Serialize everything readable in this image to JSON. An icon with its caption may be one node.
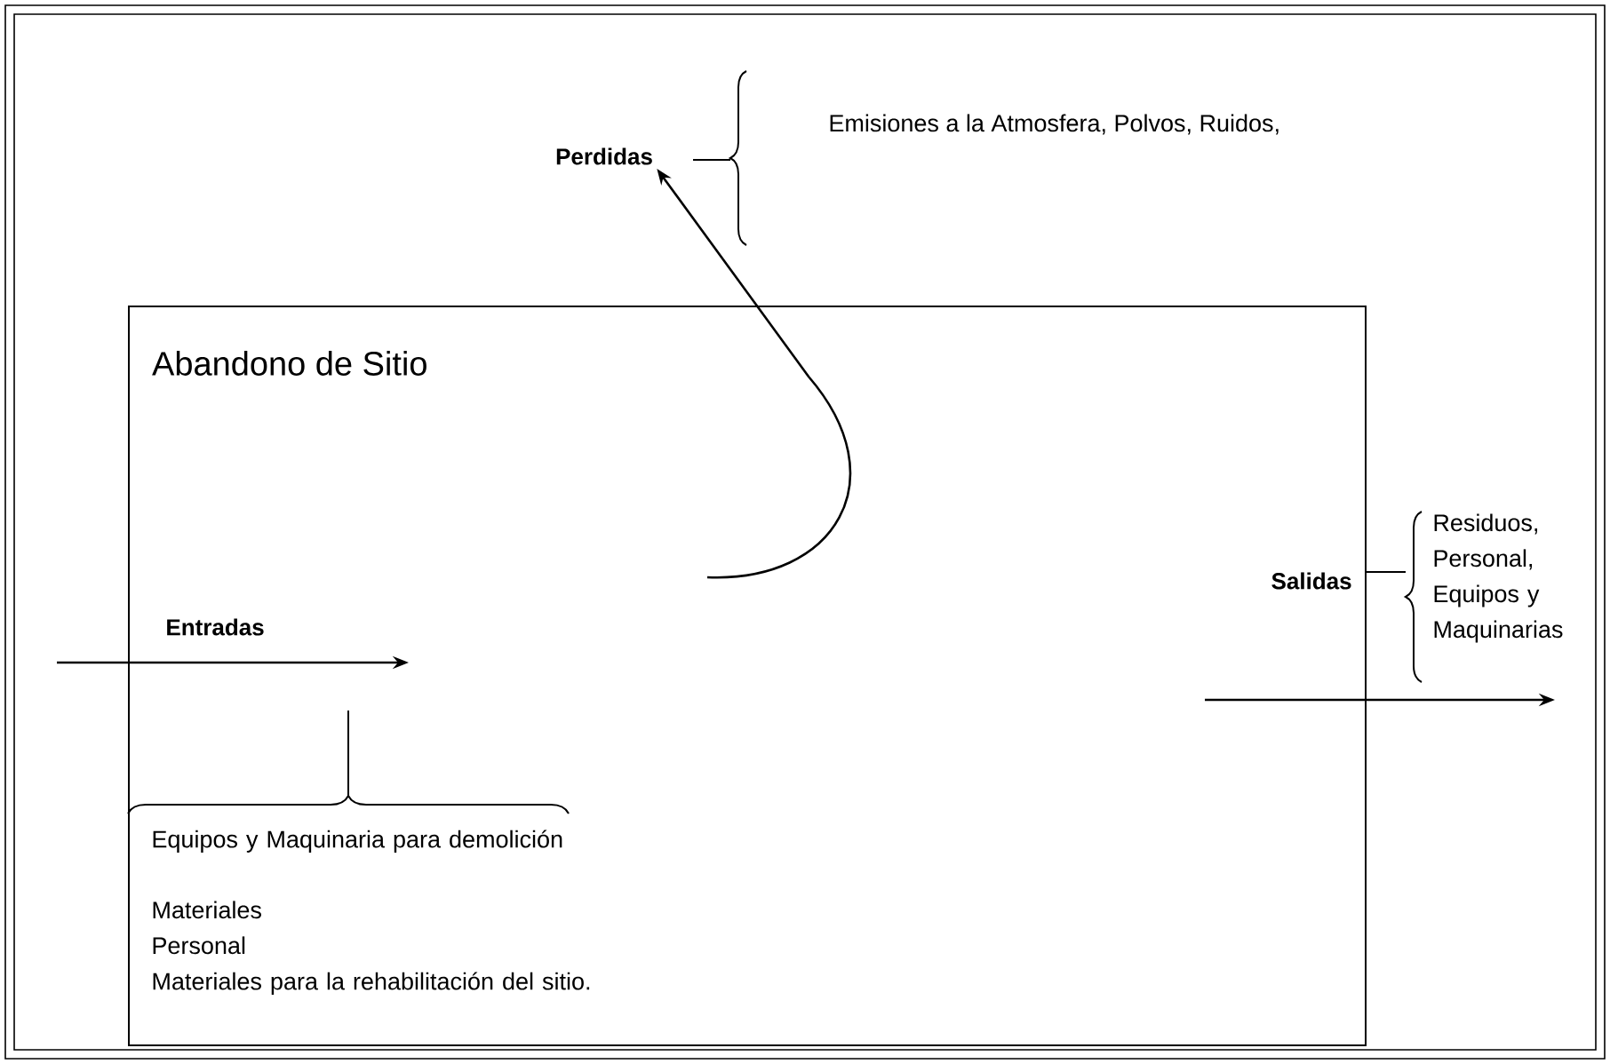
{
  "diagram": {
    "nodes": [
      {
        "text": [
          "Abandono de Sitio"
        ]
      },
      {
        "text": [
          "Perdidas"
        ]
      }
    ],
    "edges": [
      {
        "from": 0,
        "to": 1,
        "arrow": "to"
      },
      {
        "from": null,
        "to": 0,
        "arrow": "to"
      },
      {
        "from": 0,
        "to": null,
        "arrow": "to"
      }
    ],
    "labels": [
      "Entradas",
      "Salidas",
      "Emisiones a la Atmosfera, Polvos, Ruidos,",
      "Residuos, Personal, Equipos y Maquinarias",
      "Equipos y Maquinaria para demolición",
      "Materiales",
      "Personal",
      "Materiales para la rehabilitación del sitio."
    ]
  }
}
